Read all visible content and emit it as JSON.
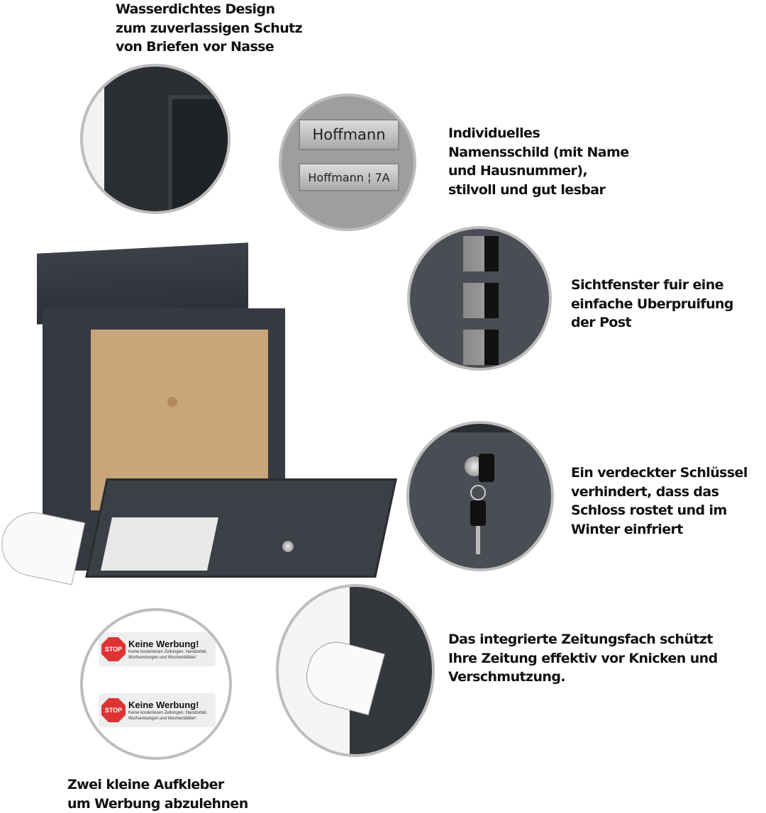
{
  "features": {
    "waterproof": [
      "Wasserdichtes Design",
      "zum zuverlassigen Schutz",
      "von Briefen vor Nasse"
    ],
    "nameplate": [
      "Individuelles",
      "Namensschild (mit Name",
      "und Hausnummer),",
      "stilvoll und gut lesbar"
    ],
    "window": [
      "Sichtfenster fuir eine",
      "einfache Uberpruifung",
      "der Post"
    ],
    "lock": [
      "Ein verdeckter Schlüssel",
      "verhindert, dass das",
      "Schloss rostet und im",
      "Winter einfriert"
    ],
    "newspaper": [
      "Das integrierte Zeitungsfach schützt",
      "Ihre Zeitung effektiv vor Knicken und",
      "Verschmutzung."
    ],
    "stickers": [
      "Zwei kleine Aufkleber",
      "um Werbung abzulehnen"
    ]
  },
  "nameplates": {
    "plate1": "Hoffmann",
    "plate2": "Hoffmann ¦ 7A"
  },
  "sticker": {
    "stop": "STOP",
    "title": "Keine Werbung!",
    "text": "Keine kostenlosen Zeitungen, Handzettel, Wurfsendungen und Wochenblätter!"
  },
  "colors": {
    "body": "#3f434a",
    "border": "#bdbdbd",
    "envelope": "#c9a57a"
  }
}
